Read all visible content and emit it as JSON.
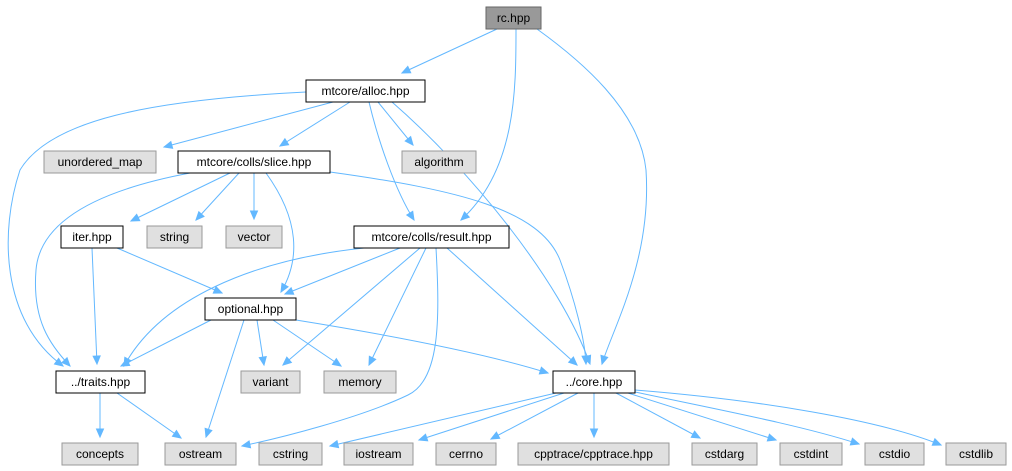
{
  "title": "rc.hpp",
  "colors": {
    "edge": "#63b8ff",
    "root_fill": "#999999",
    "root_border": "#666666",
    "internal_fill": "#ffffff",
    "internal_border": "#000000",
    "system_fill": "#e0e0e0",
    "system_border": "#999999"
  },
  "nodes": {
    "rc": "rc.hpp",
    "alloc": "mtcore/alloc.hpp",
    "unordered_map": "unordered_map",
    "slice": "mtcore/colls/slice.hpp",
    "algorithm": "algorithm",
    "iter": "iter.hpp",
    "string": "string",
    "vector": "vector",
    "result": "mtcore/colls/result.hpp",
    "optional": "optional.hpp",
    "traits": "../traits.hpp",
    "variant": "variant",
    "memory": "memory",
    "core": "../core.hpp",
    "concepts": "concepts",
    "ostream": "ostream",
    "cstring": "cstring",
    "iostream": "iostream",
    "cerrno": "cerrno",
    "cpptrace": "cpptrace/cpptrace.hpp",
    "cstdarg": "cstdarg",
    "cstdint": "cstdint",
    "cstdio": "cstdio",
    "cstdlib": "cstdlib"
  },
  "edges": [
    [
      "rc",
      "alloc"
    ],
    [
      "rc",
      "result"
    ],
    [
      "rc",
      "core"
    ],
    [
      "alloc",
      "traits"
    ],
    [
      "alloc",
      "unordered_map"
    ],
    [
      "alloc",
      "slice"
    ],
    [
      "alloc",
      "algorithm"
    ],
    [
      "alloc",
      "result"
    ],
    [
      "alloc",
      "core"
    ],
    [
      "slice",
      "iter"
    ],
    [
      "slice",
      "string"
    ],
    [
      "slice",
      "vector"
    ],
    [
      "slice",
      "optional"
    ],
    [
      "slice",
      "traits"
    ],
    [
      "slice",
      "core"
    ],
    [
      "iter",
      "optional"
    ],
    [
      "iter",
      "traits"
    ],
    [
      "result",
      "optional"
    ],
    [
      "result",
      "traits"
    ],
    [
      "result",
      "variant"
    ],
    [
      "result",
      "memory"
    ],
    [
      "result",
      "ostream"
    ],
    [
      "result",
      "core"
    ],
    [
      "optional",
      "traits"
    ],
    [
      "optional",
      "variant"
    ],
    [
      "optional",
      "memory"
    ],
    [
      "optional",
      "ostream"
    ],
    [
      "optional",
      "core"
    ],
    [
      "traits",
      "concepts"
    ],
    [
      "traits",
      "ostream"
    ],
    [
      "core",
      "cstring"
    ],
    [
      "core",
      "iostream"
    ],
    [
      "core",
      "cerrno"
    ],
    [
      "core",
      "cpptrace"
    ],
    [
      "core",
      "cstdarg"
    ],
    [
      "core",
      "cstdint"
    ],
    [
      "core",
      "cstdio"
    ],
    [
      "core",
      "cstdlib"
    ]
  ]
}
